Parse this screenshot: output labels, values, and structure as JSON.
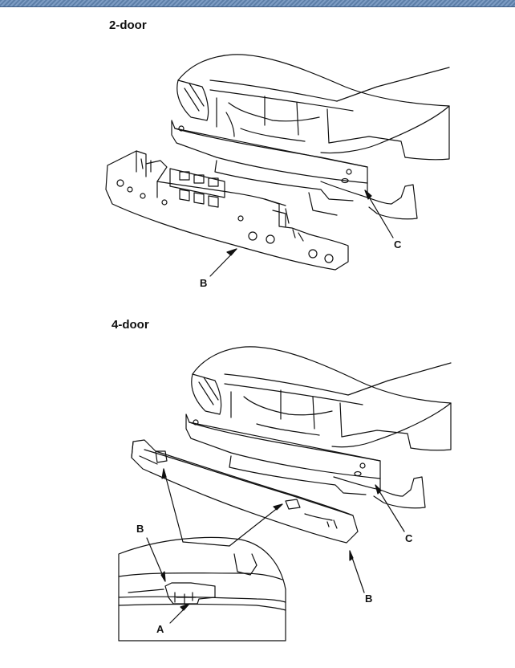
{
  "header": {
    "bar_color": "#6a8cb6"
  },
  "sections": [
    {
      "title": "2-door"
    },
    {
      "title": "4-door"
    }
  ],
  "callouts": {
    "two_door": {
      "b": "B",
      "c": "C"
    },
    "four_door": {
      "a": "A",
      "b_detail": "B",
      "b": "B",
      "c": "C"
    }
  }
}
